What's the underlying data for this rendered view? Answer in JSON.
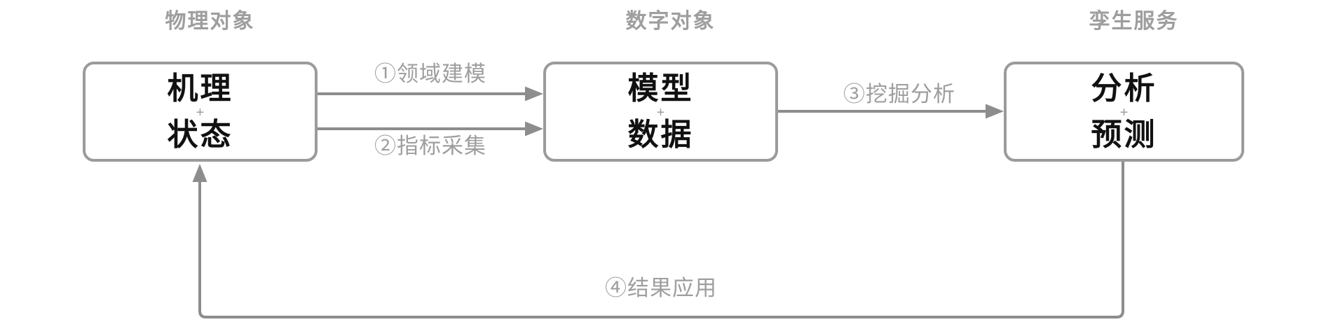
{
  "diagram": {
    "columns": [
      {
        "title": "物理对象",
        "box": {
          "top": "机理",
          "separator": "+",
          "bottom": "状态"
        }
      },
      {
        "title": "数字对象",
        "box": {
          "top": "模型",
          "separator": "+",
          "bottom": "数据"
        }
      },
      {
        "title": "孪生服务",
        "box": {
          "top": "分析",
          "separator": "+",
          "bottom": "预测"
        }
      }
    ],
    "edges": [
      {
        "label": "①领域建模"
      },
      {
        "label": "②指标采集"
      },
      {
        "label": "③挖掘分析"
      },
      {
        "label": "④结果应用"
      }
    ],
    "colors": {
      "connector": "#8d8d8d",
      "box_border": "#9b9b9b",
      "muted_text": "#9e9e9e",
      "box_text": "#111111",
      "background": "#ffffff"
    }
  }
}
